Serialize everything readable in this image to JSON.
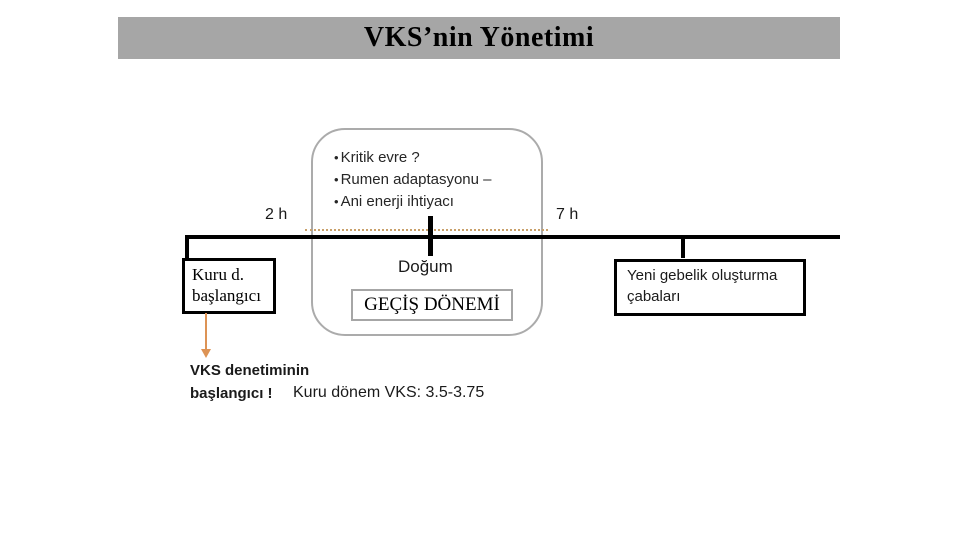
{
  "slide": {
    "title": "VKS’nin Yönetimi"
  },
  "callout": {
    "bullet_char": "•",
    "bullets": [
      "Kritik evre ?",
      "Rumen adaptasyonu –",
      "Ani enerji ihtiyacı"
    ]
  },
  "timeline": {
    "left_label": "2 h",
    "right_label": "7 h",
    "birth_label": "Doğum"
  },
  "boxes": {
    "dry_start": {
      "line1": "Kuru d.",
      "line2": "başlangıcı"
    },
    "transition": {
      "label": "GEÇİŞ DÖNEMİ"
    },
    "new_pregnancy": {
      "line1": "Yeni gebelik oluşturma",
      "line2": "çabaları"
    }
  },
  "notes": {
    "vks_control_line1": "VKS denetiminin",
    "vks_control_line2": "başlangıcı !",
    "dry_period_vks": "Kuru dönem VKS: 3.5-3.75"
  },
  "colors": {
    "title_bar_bg": "#a6a6a6",
    "title_text": "#000000",
    "timeline": "#000000",
    "gray_border": "#a6a6a6",
    "accent_orange": "#dd9355",
    "dotted_line": "#c9a06a"
  }
}
